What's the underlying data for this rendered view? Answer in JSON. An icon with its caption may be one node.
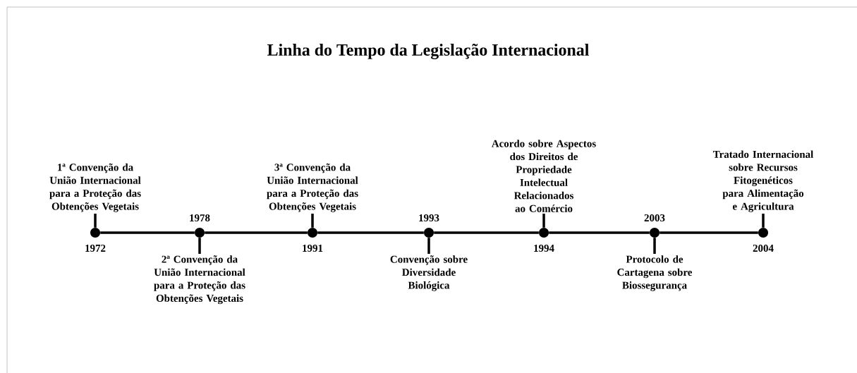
{
  "diagram": {
    "title": "Linha do Tempo da Legislação Internacional",
    "nodes": [
      {
        "text": [
          "1ª Convenção da União Internacional para a Proteção das Obtenções Vegetais"
        ]
      },
      {
        "text": [
          "2ª Convenção da União Internacional para a Proteção das Obtenções Vegetais"
        ]
      },
      {
        "text": [
          "3ª Convenção da União Internacional para a Proteção das Obtenções Vegetais"
        ]
      },
      {
        "text": [
          "Convenção sobre Diversidade Biológica"
        ]
      },
      {
        "text": [
          "Acordo sobre Aspectos dos Direitos de Propriedade Intelectual Relacionados ao Comércio"
        ]
      },
      {
        "text": [
          "Protocolo de Cartagena sobre Biossegurança"
        ]
      },
      {
        "text": [
          "Tratado Internacional sobre Recursos Fitogenéticos para Alimentação e Agricultura"
        ]
      },
      {
        "text": [],
        "shape": "circle",
        "beside": [
          "1972"
        ]
      },
      {
        "text": [],
        "shape": "circle",
        "beside": [
          "1978"
        ]
      },
      {
        "text": [],
        "shape": "circle",
        "beside": [
          "1991"
        ]
      },
      {
        "text": [],
        "shape": "circle",
        "beside": [
          "1993"
        ]
      },
      {
        "text": [],
        "shape": "circle",
        "beside": [
          "1994"
        ]
      },
      {
        "text": [],
        "shape": "circle",
        "beside": [
          "2003"
        ]
      },
      {
        "text": [],
        "shape": "circle",
        "beside": [
          "2004"
        ]
      }
    ],
    "edges": [
      {
        "from": 0,
        "to": 7,
        "arrow": "none"
      },
      {
        "from": 1,
        "to": 8,
        "arrow": "none"
      },
      {
        "from": 2,
        "to": 9,
        "arrow": "none"
      },
      {
        "from": 3,
        "to": 10,
        "arrow": "none"
      },
      {
        "from": 4,
        "to": 11,
        "arrow": "none"
      },
      {
        "from": 5,
        "to": 12,
        "arrow": "none"
      },
      {
        "from": 6,
        "to": 13,
        "arrow": "none"
      },
      {
        "from": 7,
        "to": 8,
        "arrow": "none"
      },
      {
        "from": 8,
        "to": 9,
        "arrow": "none"
      },
      {
        "from": 9,
        "to": 10,
        "arrow": "none"
      },
      {
        "from": 10,
        "to": 11,
        "arrow": "none"
      },
      {
        "from": 11,
        "to": 12,
        "arrow": "none"
      },
      {
        "from": 12,
        "to": 13,
        "arrow": "none"
      }
    ]
  }
}
